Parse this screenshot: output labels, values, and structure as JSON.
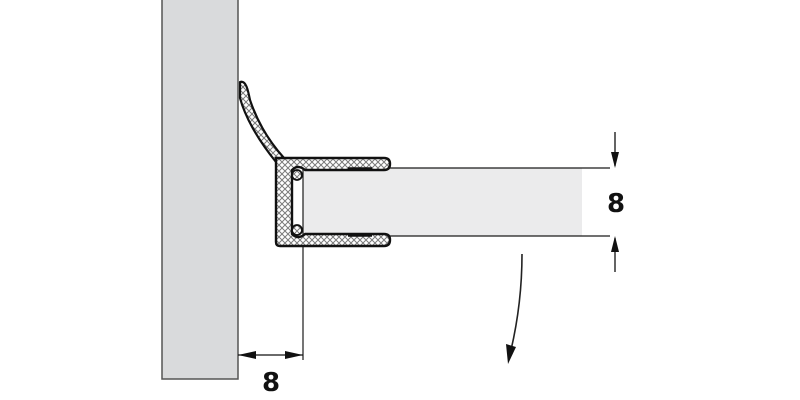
{
  "diagram": {
    "type": "technical-section-drawing",
    "subject": "shower door seal profile on glass edge against wall",
    "colors": {
      "wall_fill": "#d9dadc",
      "wall_stroke": "#555555",
      "glass_fill": "#ebebec",
      "line": "#1a1a1a",
      "seal_outline": "#111111",
      "seal_hatch": "#888888",
      "background": "#ffffff"
    },
    "components": {
      "wall": {
        "label": "wall"
      },
      "glass": {
        "label": "glass panel"
      },
      "seal": {
        "label": "seal profile with flexible lip"
      },
      "swing_arrow": {
        "label": "door swing direction"
      }
    },
    "dimensions": {
      "glass_thickness": {
        "value": "8",
        "orientation": "vertical"
      },
      "wall_gap": {
        "value": "8",
        "orientation": "horizontal"
      }
    }
  }
}
